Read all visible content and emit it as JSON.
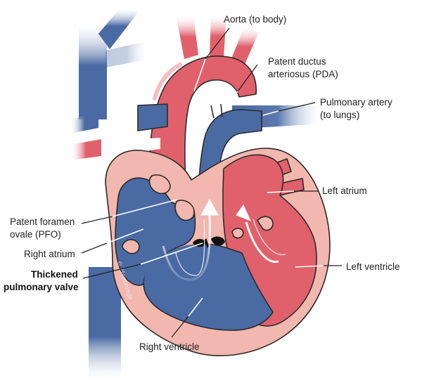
{
  "colors": {
    "oxygenated": "#e0616b",
    "oxygenated_light": "#f0a3a8",
    "deoxygenated": "#4a6aa3",
    "deoxygenated_light": "#a9bad6",
    "tissue": "#f2b7ae",
    "outline": "#2a2a2a",
    "label_text": "#222222",
    "background": "#ffffff"
  },
  "labels": {
    "aorta": "Aorta (to body)",
    "pda_line1": "Patent ductus",
    "pda_line2": "arteriosus (PDA)",
    "pulmonary_artery_line1": "Pulmonary artery",
    "pulmonary_artery_line2": "(to lungs)",
    "left_atrium": "Left atrium",
    "pfo_line1": "Patent foramen",
    "pfo_line2": "ovale (PFO)",
    "right_atrium": "Right atrium",
    "thickened_valve_line1": "Thickened",
    "thickened_valve_line2": "pulmonary valve",
    "left_ventricle": "Left ventricle",
    "right_ventricle": "Right ventricle"
  },
  "signature": "© Hemmings"
}
